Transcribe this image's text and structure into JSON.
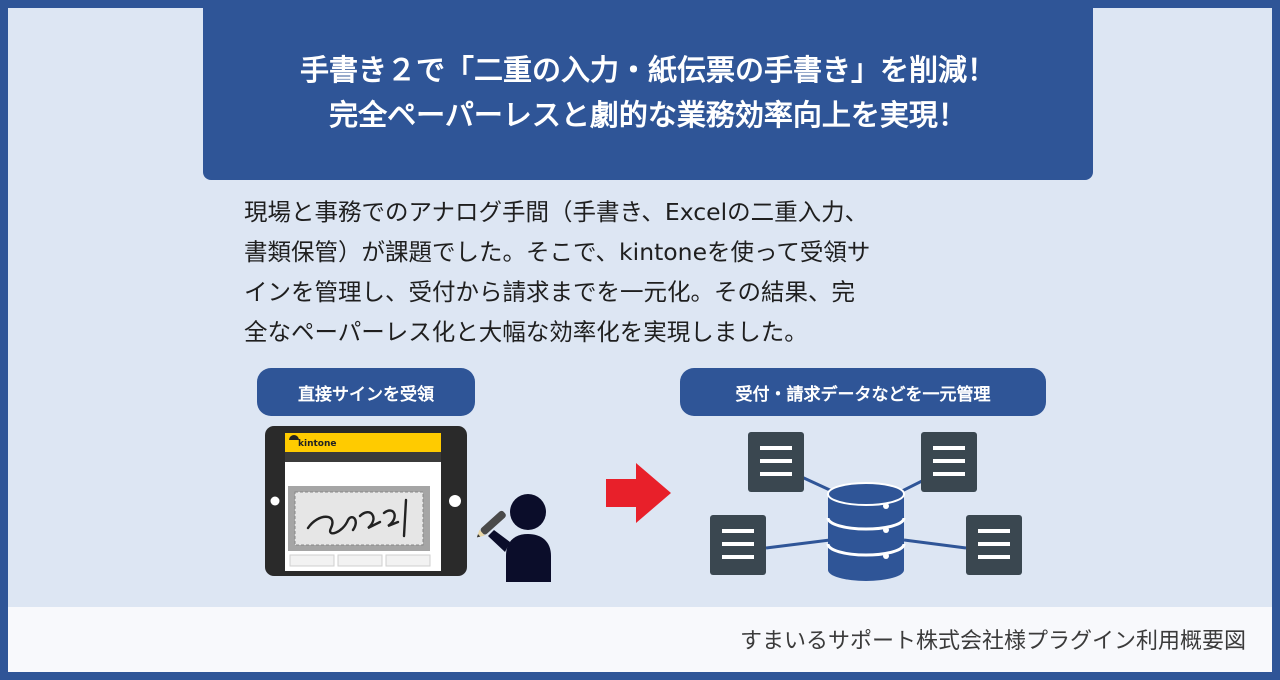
{
  "title": {
    "line1": "手書き２で「二重の入力・紙伝票の手書き」を削減！",
    "line2": "完全ペーパーレスと劇的な業務効率向上を実現！"
  },
  "description": [
    "現場と事務でのアナログ手間（手書き、Excelの二重入力、",
    "書類保管）が課題でした。そこで、kintoneを使って受領サ",
    "インを管理し、受付から請求までを一元化。その結果、完",
    "全なペーパーレス化と大幅な効率化を実現しました。"
  ],
  "left_label": "直接サインを受領",
  "right_label": "受付・請求データなどを一元管理",
  "tablet_app_name": "kintone",
  "footer": "すまいるサポート株式会社様プラグイン利用概要図",
  "colors": {
    "brand_blue": "#2f5597",
    "background": "#dde6f3",
    "arrow_red": "#e8202a",
    "kintone_yellow": "#ffcb00",
    "icon_dark": "#3a4750"
  }
}
